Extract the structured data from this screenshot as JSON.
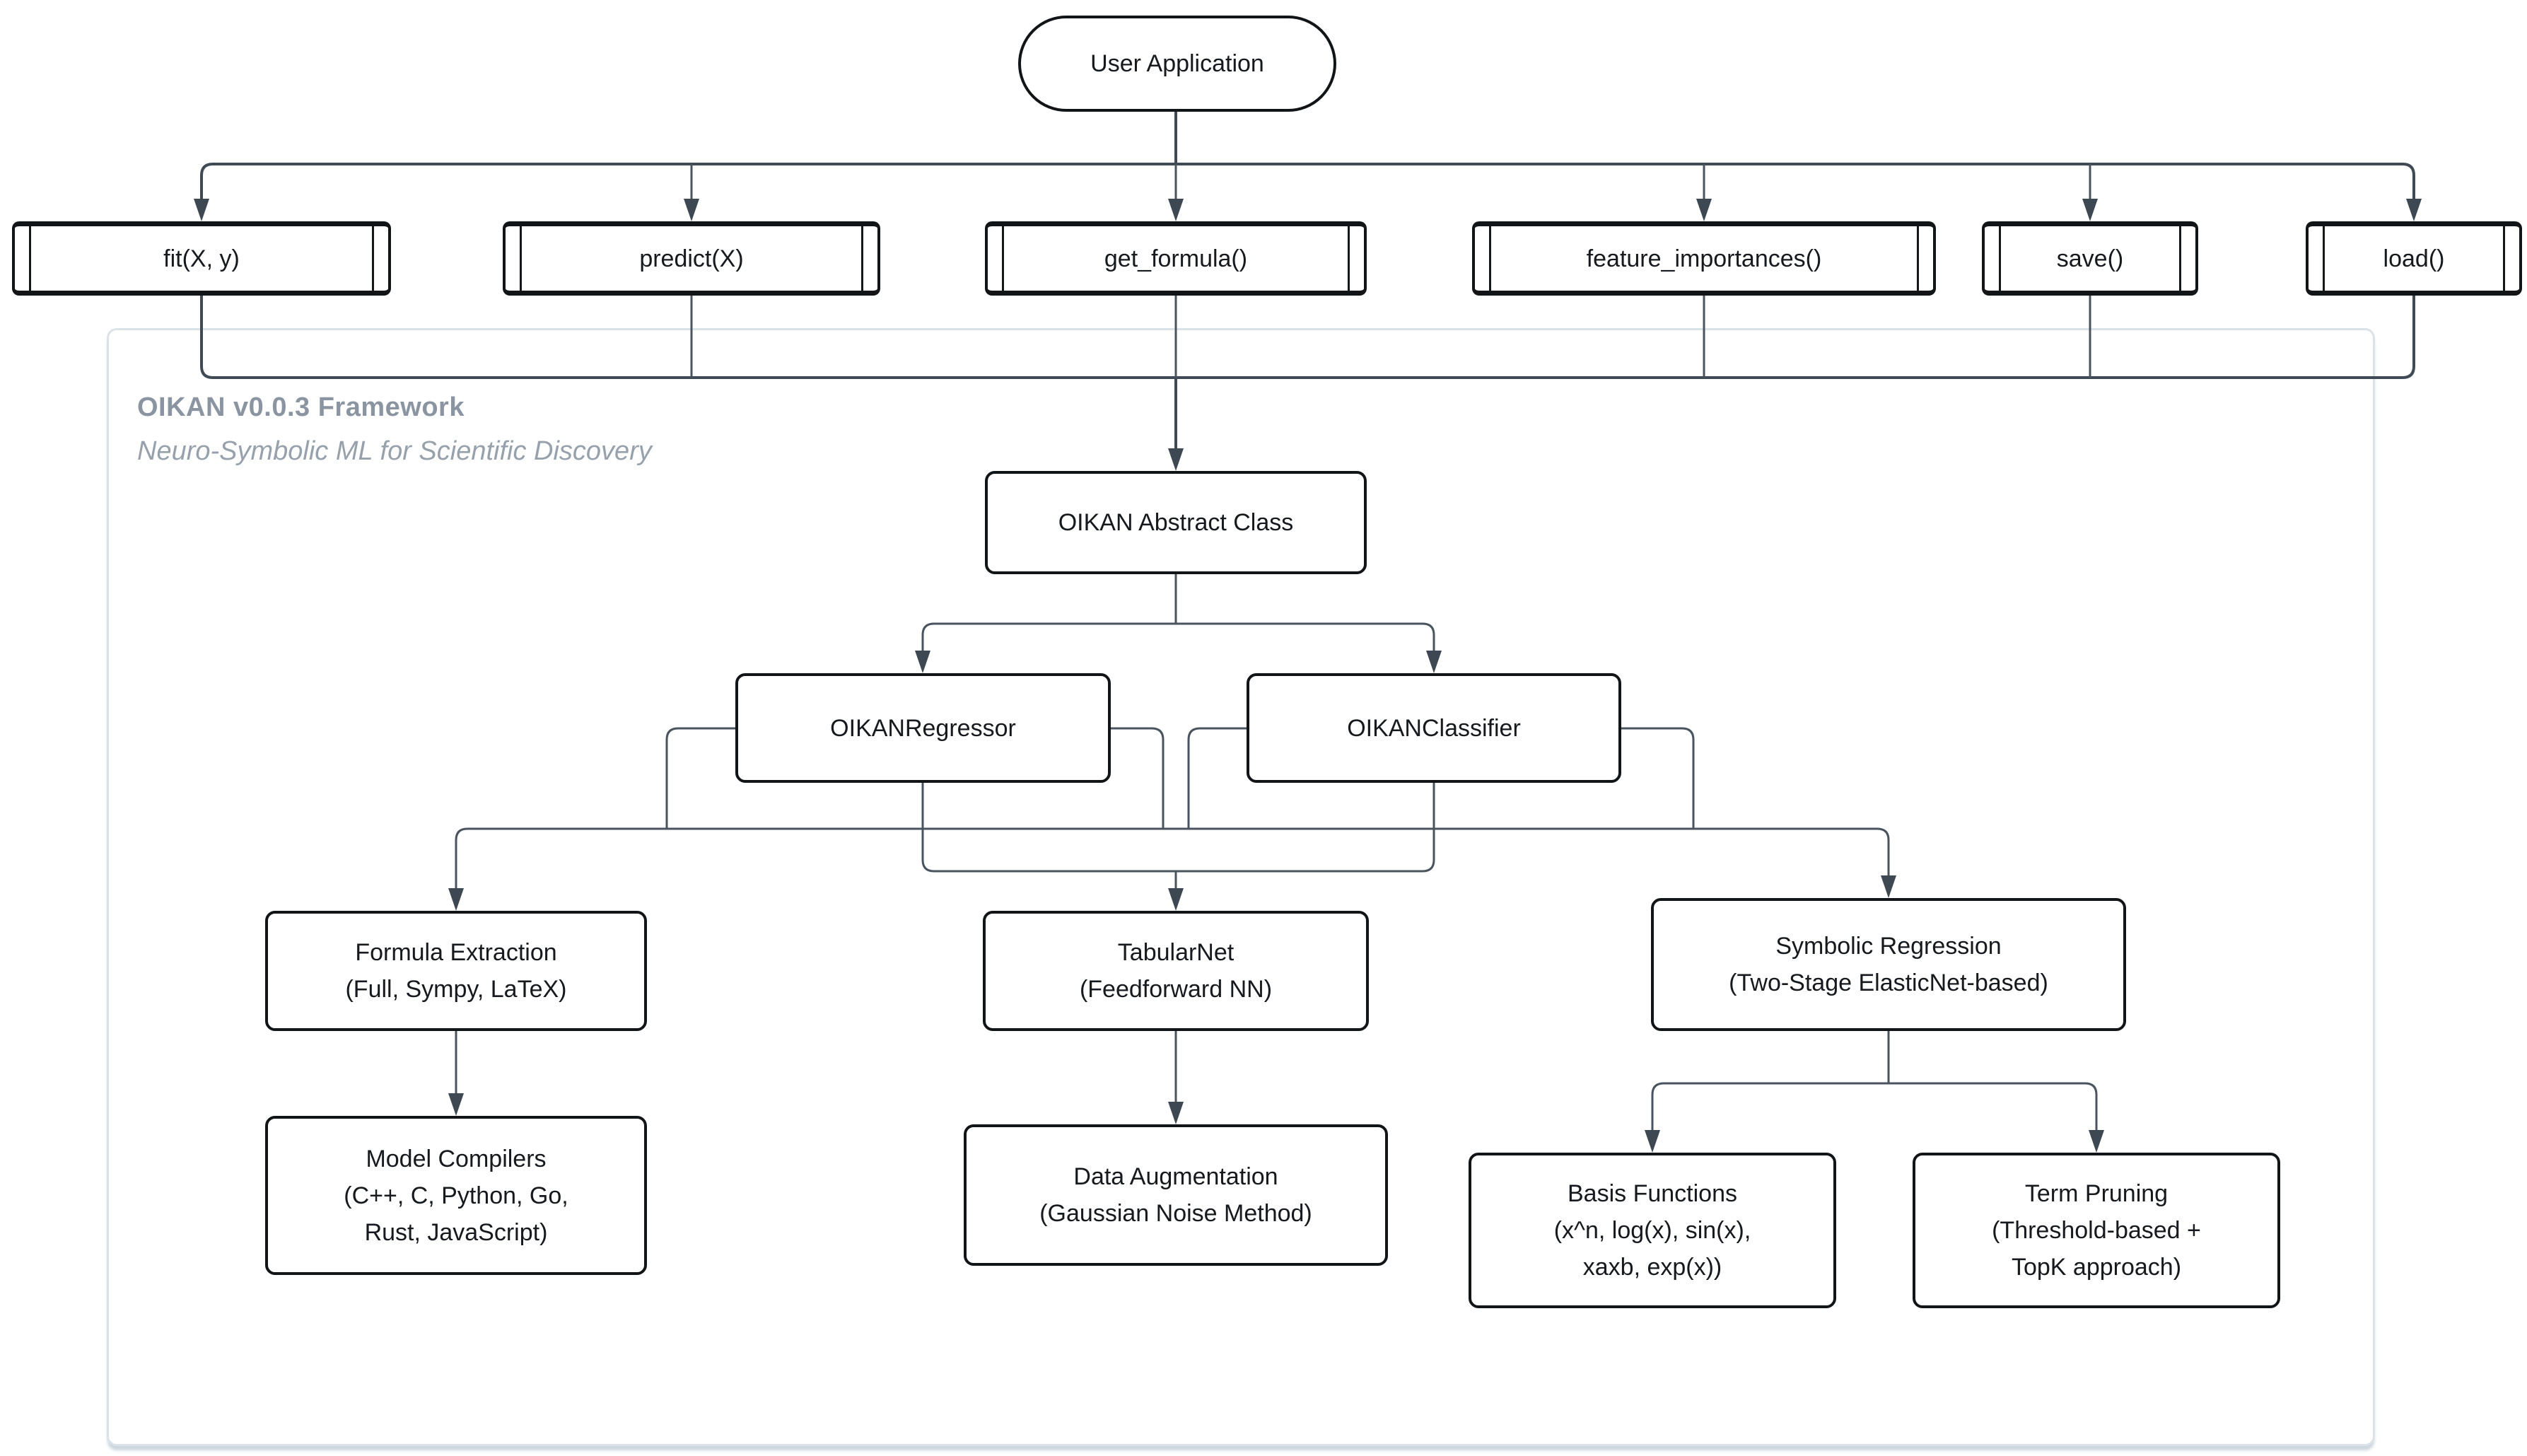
{
  "diagram_type": "flowchart",
  "container": {
    "title": "OIKAN v0.0.3 Framework",
    "subtitle": "Neuro-Symbolic ML for Scientific Discovery"
  },
  "nodes": {
    "user_application": {
      "label": "User Application",
      "shape": "stadium"
    },
    "methods": [
      {
        "label": "fit(X, y)",
        "shape": "subroutine"
      },
      {
        "label": "predict(X)",
        "shape": "subroutine"
      },
      {
        "label": "get_formula()",
        "shape": "subroutine"
      },
      {
        "label": "feature_importances()",
        "shape": "subroutine"
      },
      {
        "label": "save()",
        "shape": "subroutine"
      },
      {
        "label": "load()",
        "shape": "subroutine"
      }
    ],
    "abstract_class": {
      "label": "OIKAN Abstract Class",
      "shape": "rect"
    },
    "regressor": {
      "label": "OIKANRegressor",
      "shape": "rect"
    },
    "classifier": {
      "label": "OIKANClassifier",
      "shape": "rect"
    },
    "formula_extraction": {
      "lines": [
        "Formula Extraction",
        "(Full, Sympy, LaTeX)"
      ]
    },
    "tabularnet": {
      "lines": [
        "TabularNet",
        "(Feedforward NN)"
      ]
    },
    "symbolic_regression": {
      "lines": [
        "Symbolic Regression",
        "(Two-Stage ElasticNet-based)"
      ]
    },
    "model_compilers": {
      "lines": [
        "Model Compilers",
        "(C++, C, Python, Go,",
        "Rust, JavaScript)"
      ]
    },
    "data_augmentation": {
      "lines": [
        "Data Augmentation",
        "(Gaussian Noise Method)"
      ]
    },
    "basis_functions": {
      "lines": [
        "Basis Functions",
        "(x^n, log(x), sin(x),",
        "xaxb, exp(x))"
      ]
    },
    "term_pruning": {
      "lines": [
        "Term Pruning",
        "(Threshold-based +",
        "TopK approach)"
      ]
    }
  },
  "edges": [
    {
      "from": "User Application",
      "to": "fit(X, y)"
    },
    {
      "from": "User Application",
      "to": "predict(X)"
    },
    {
      "from": "User Application",
      "to": "get_formula()"
    },
    {
      "from": "User Application",
      "to": "feature_importances()"
    },
    {
      "from": "User Application",
      "to": "save()"
    },
    {
      "from": "User Application",
      "to": "load()"
    },
    {
      "from": "fit(X, y)",
      "to": "OIKAN Abstract Class"
    },
    {
      "from": "predict(X)",
      "to": "OIKAN Abstract Class"
    },
    {
      "from": "get_formula()",
      "to": "OIKAN Abstract Class"
    },
    {
      "from": "feature_importances()",
      "to": "OIKAN Abstract Class"
    },
    {
      "from": "save()",
      "to": "OIKAN Abstract Class"
    },
    {
      "from": "load()",
      "to": "OIKAN Abstract Class"
    },
    {
      "from": "OIKAN Abstract Class",
      "to": "OIKANRegressor"
    },
    {
      "from": "OIKAN Abstract Class",
      "to": "OIKANClassifier"
    },
    {
      "from": "OIKANRegressor",
      "to": "Formula Extraction"
    },
    {
      "from": "OIKANRegressor",
      "to": "TabularNet"
    },
    {
      "from": "OIKANRegressor",
      "to": "Symbolic Regression"
    },
    {
      "from": "OIKANClassifier",
      "to": "Formula Extraction"
    },
    {
      "from": "OIKANClassifier",
      "to": "TabularNet"
    },
    {
      "from": "OIKANClassifier",
      "to": "Symbolic Regression"
    },
    {
      "from": "Formula Extraction",
      "to": "Model Compilers"
    },
    {
      "from": "TabularNet",
      "to": "Data Augmentation"
    },
    {
      "from": "Symbolic Regression",
      "to": "Basis Functions"
    },
    {
      "from": "Symbolic Regression",
      "to": "Term Pruning"
    }
  ],
  "colors": {
    "background": "#ffffff",
    "node_border": "#121518",
    "node_text": "#16191d",
    "edge": "#49545f",
    "arrowhead": "#3e4852",
    "container_border": "#dbe2e8",
    "container_shadow": "#ccd6de",
    "container_title": "#8b95a1",
    "container_subtitle": "#97a1ab"
  }
}
